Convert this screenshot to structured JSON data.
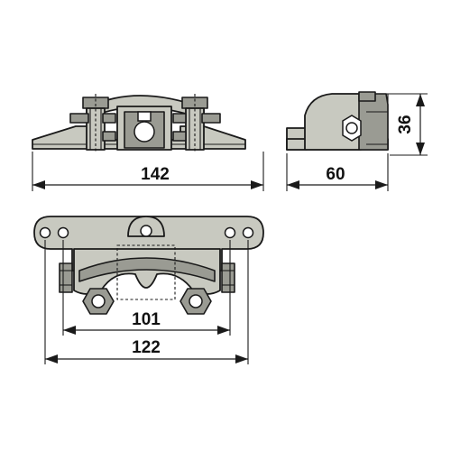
{
  "dimensions": {
    "top_width": "142",
    "side_width": "60",
    "side_height": "36",
    "bottom_inner": "101",
    "bottom_outer": "122"
  }
}
